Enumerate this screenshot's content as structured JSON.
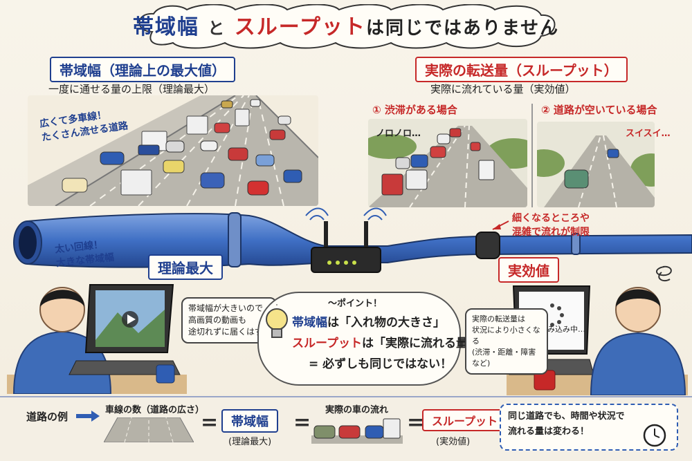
{
  "title": {
    "part1": "帯域幅",
    "part2": "と",
    "part3": "スループット",
    "part4": "は同じではありません"
  },
  "left": {
    "label": "帯域幅（理論上の最大値）",
    "subtitle": "一度に通せる量の上限（理論最大）",
    "note_line1": "広くて多車線！",
    "note_line2": "たくさん流せる道路"
  },
  "right": {
    "label": "実際の転送量（スループット）",
    "subtitle": "実際に流れている量（実効値）",
    "case1": "① 渋滞がある場合",
    "case2": "② 道路が空いている場合",
    "slow": "ノロノロ…",
    "fast": "スイスイ…"
  },
  "pipe": {
    "wide_line1": "太い回線！",
    "wide_line2": "大きな帯域幅",
    "theory_label": "理論最大",
    "narrow_line1": "細くなるところや",
    "narrow_line2": "混雑で流れが制限",
    "effective_label": "実効値"
  },
  "left_person": {
    "bubble_line1": "帯域幅が大きいので",
    "bubble_line2": "高画質の動画も",
    "bubble_line3": "途切れずに届くはず!"
  },
  "right_person": {
    "loading": "読み込み中…",
    "bubble_line1": "実際の転送量は",
    "bubble_line2": "状況により小さくなる",
    "bubble_line3": "(渋滞・距離・障害など)"
  },
  "point": {
    "header": "〜ポイント！",
    "line1_a": "帯域幅",
    "line1_b": "は「入れ物の大きさ」",
    "line2_a": "スループット",
    "line2_b": "は「実際に流れる量」",
    "line3": "= 必ずしも同じではない！"
  },
  "bottom": {
    "example": "道路の例",
    "lanes": "車線の数（道路の広さ）",
    "eq1": "=",
    "bandwidth": "帯域幅",
    "bandwidth_sub": "(理論最大)",
    "eq2": "=",
    "cars": "実際の車の流れ",
    "eq3": "=",
    "throughput": "スループット",
    "throughput_sub": "(実効値)",
    "summary_line1": "同じ道路でも、時間や状況で",
    "summary_line2": "流れる量は変わる！"
  },
  "colors": {
    "blue": "#1f3f8f",
    "red": "#c62828",
    "pipe": "#3f6fc4"
  }
}
